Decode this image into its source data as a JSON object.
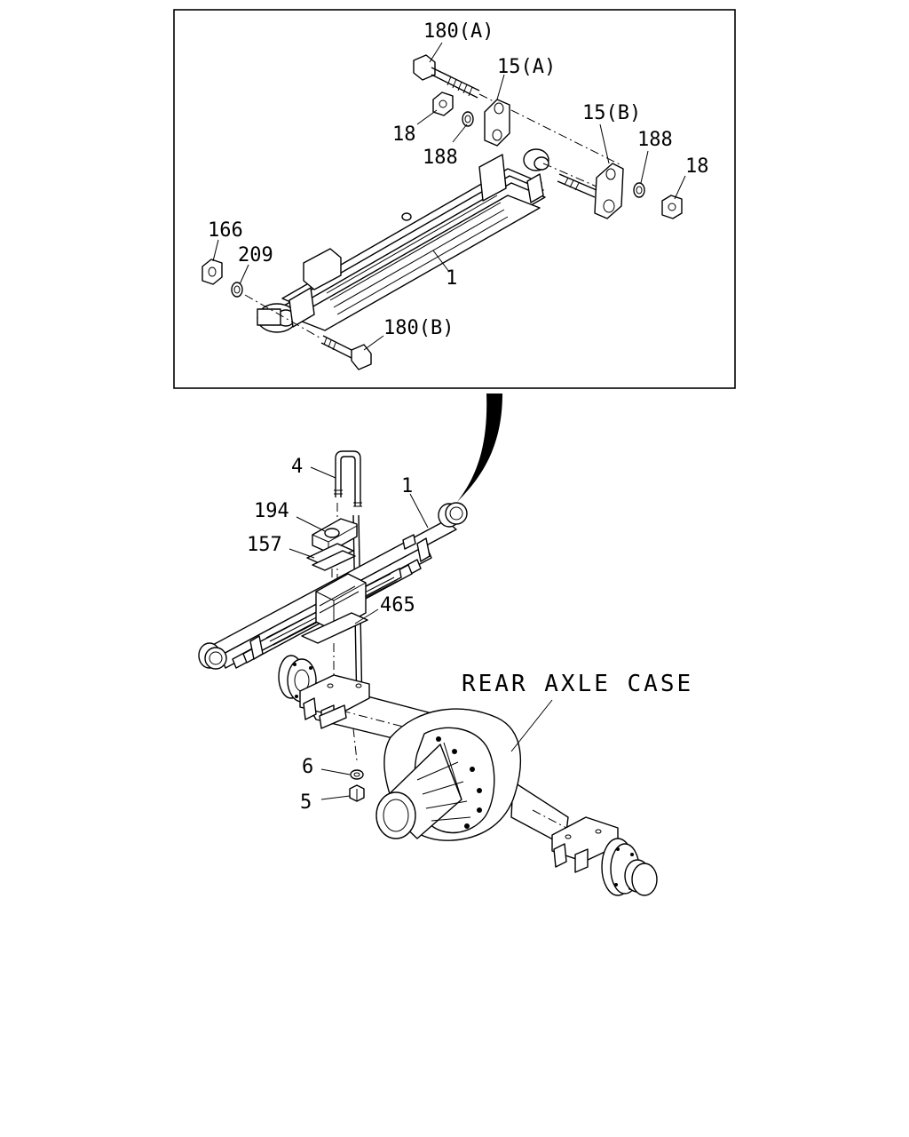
{
  "detail_labels": {
    "bolt_a": "180(A)",
    "shackle_a": "15(A)",
    "nut_left": "18",
    "washer_left": "188",
    "shackle_b": "15(B)",
    "washer_right": "188",
    "nut_right": "18",
    "nut_front": "166",
    "washer_front": "209",
    "spring": "1",
    "bolt_b": "180(B)"
  },
  "main_labels": {
    "u_bolt": "4",
    "spring": "1",
    "bumper": "194",
    "spacer": "157",
    "plate": "465",
    "washer": "6",
    "nut": "5"
  },
  "caption": "REAR AXLE CASE"
}
